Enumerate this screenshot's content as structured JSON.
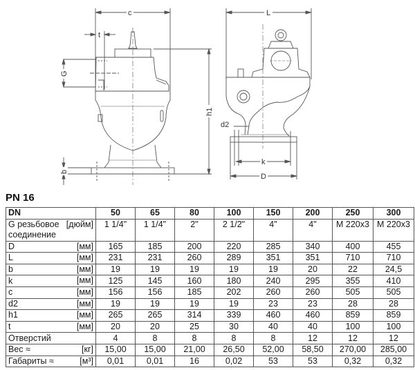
{
  "drawings": {
    "front_view": {
      "dimension_labels": [
        "c",
        "t",
        "G",
        "h1",
        "b"
      ]
    },
    "side_view": {
      "dimension_labels": [
        "L",
        "d2",
        "k",
        "D"
      ]
    }
  },
  "section_title": "PN 16",
  "table": {
    "header": {
      "label": "DN",
      "columns": [
        "50",
        "65",
        "80",
        "100",
        "150",
        "200",
        "250",
        "300"
      ]
    },
    "rows": [
      {
        "label": "G резьбовое",
        "label2": "соединение",
        "unit": "[дюйм]",
        "values": [
          "1 1/4\"",
          "1 1/4\"",
          "2\"",
          "2 1/2\"",
          "4\"",
          "4\"",
          "M 220x3",
          "M 220x3"
        ]
      },
      {
        "label": "D",
        "unit": "[мм]",
        "values": [
          "165",
          "185",
          "200",
          "220",
          "285",
          "340",
          "400",
          "455"
        ]
      },
      {
        "label": "L",
        "unit": "[мм]",
        "values": [
          "231",
          "231",
          "260",
          "289",
          "351",
          "351",
          "710",
          "710"
        ]
      },
      {
        "label": "b",
        "unit": "[мм]",
        "values": [
          "19",
          "19",
          "19",
          "19",
          "19",
          "20",
          "22",
          "24,5"
        ]
      },
      {
        "label": "k",
        "unit": "[мм]",
        "values": [
          "125",
          "145",
          "160",
          "180",
          "240",
          "295",
          "355",
          "410"
        ]
      },
      {
        "label": "c",
        "unit": "[мм]",
        "values": [
          "156",
          "156",
          "185",
          "202",
          "260",
          "260",
          "505",
          "505"
        ]
      },
      {
        "label": "d2",
        "unit": "[мм]",
        "values": [
          "19",
          "19",
          "19",
          "19",
          "23",
          "23",
          "28",
          "28"
        ]
      },
      {
        "label": "h1",
        "unit": "[мм]",
        "values": [
          "265",
          "265",
          "314",
          "339",
          "460",
          "460",
          "859",
          "859"
        ]
      },
      {
        "label": "t",
        "unit": "[мм]",
        "values": [
          "20",
          "20",
          "25",
          "30",
          "40",
          "40",
          "100",
          "100"
        ]
      },
      {
        "label": "Отверстий",
        "unit": "",
        "values": [
          "4",
          "8",
          "8",
          "8",
          "8",
          "12",
          "12",
          "12"
        ]
      },
      {
        "label": "Вес ≈",
        "unit": "[кг]",
        "values": [
          "15,00",
          "15,00",
          "21,00",
          "26,50",
          "52,00",
          "58,50",
          "270,00",
          "285,00"
        ]
      },
      {
        "label": "Габариты ≈",
        "unit": "[м³]",
        "values": [
          "0,01",
          "0,01",
          "16",
          "0,02",
          "53",
          "53",
          "0,32",
          "0,32"
        ]
      }
    ]
  }
}
